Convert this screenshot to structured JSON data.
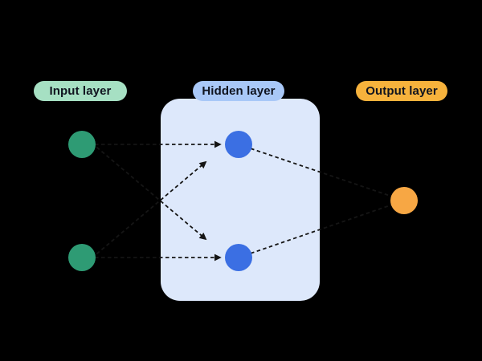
{
  "diagram": {
    "type": "neural-network-layers",
    "badges": {
      "input": "Input layer",
      "hidden": "Hidden layer",
      "output": "Output layer"
    },
    "nodes": {
      "input_count": 2,
      "hidden_count": 2,
      "output_count": 1
    },
    "connections": [
      "input-1 -> hidden-1",
      "input-2 -> hidden-2",
      "input-1 -> hidden-2",
      "input-2 -> hidden-1",
      "hidden-1 -> output-1",
      "hidden-2 -> output-1"
    ],
    "colors": {
      "background": "#000000",
      "input_badge_bg": "#A6E0C3",
      "hidden_badge_bg": "#A9C8F7",
      "output_badge_bg": "#F6B23C",
      "badge_text": "#10141F",
      "input_node": "#2E9B74",
      "hidden_node": "#3B6FE3",
      "output_node": "#F7A744",
      "hidden_box_bg": "#DDE8FB",
      "connection_line": "#151515"
    }
  }
}
